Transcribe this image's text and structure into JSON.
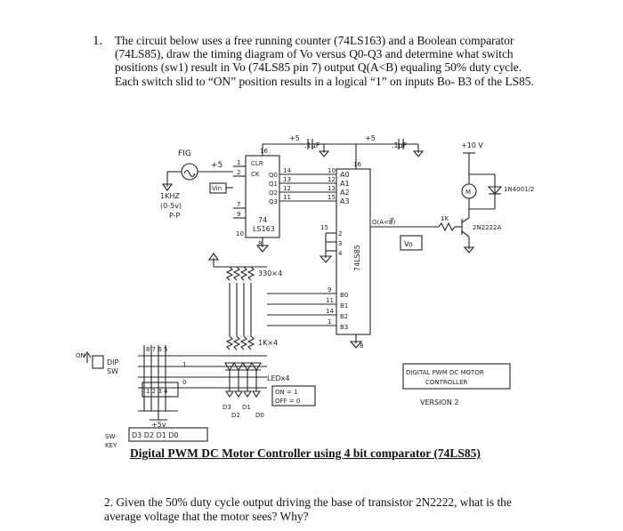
{
  "question1": {
    "number": "1.",
    "lines": [
      "The circuit below uses a free running counter (74LS163) and a Boolean comparator",
      "(74LS85), draw the timing diagram of Vo versus Q0-Q3 and determine what switch",
      "positions (sw1) result in Vo (74LS85 pin 7) output Q(A<B) equaling 50% duty cycle.",
      "Each switch slid to “ON” position results in a logical “1” on inputs Bo- B3 of the LS85."
    ]
  },
  "schematic": {
    "fig_label": "FIG",
    "plus5_top": "+5",
    "uf1": ".1µF",
    "plus5_mid": "+5",
    "uf2": ".1µF",
    "plus10v": "+10 V",
    "osc_freq": "1KHZ",
    "osc_range": "(0-5v)",
    "osc_pp": "P-P",
    "osc_plus5": "+5",
    "vin_label": "Vin",
    "clr": "CLR",
    "ck": "CK",
    "q0": "Q0",
    "q1": "Q1",
    "q2": "Q2",
    "q3": "Q3",
    "chip1_a": "74",
    "chip1_b": "LS163",
    "chip1_pin16": "16",
    "chip1_pin8": "8",
    "pin1": "1",
    "pin2": "2",
    "pin7": "7",
    "pin9": "9",
    "pin10": "10",
    "pin14": "14",
    "pin13": "13",
    "pin12": "12",
    "pin11": "11",
    "cmp_pin16": "16",
    "cmp_pin10": "10",
    "cmp_pin12": "12",
    "cmp_pin13": "13",
    "cmp_pin15": "15",
    "a0": "A0",
    "a1": "A1",
    "a2": "A2",
    "a3": "A3",
    "qab": "Q(A<B)",
    "pin7b": "7",
    "vo": "Vo",
    "chip2": "74LS85",
    "b0": "B0",
    "b1": "B1",
    "b2": "B2",
    "b3": "B3",
    "bpin9": "9",
    "bpin11": "11",
    "bpin14": "14",
    "bpin1": "1",
    "gnd8": "8",
    "pin15": "15",
    "pin2c": "2",
    "pin3c": "3",
    "pin4c": "4",
    "res330": "330×4",
    "res1k4": "1K×4",
    "ledx4": "LEDx4",
    "on_off": "ON = 1",
    "off0": "OFF = 0",
    "d3": "D3",
    "d2": "D2",
    "d1": "D1",
    "d0": "D0",
    "plus5v": "+5v",
    "sw_nums": "8 7 6 5",
    "t1": "1",
    "t0": "0",
    "bottom_nums": "1 2 3 4",
    "on_label": "ON",
    "dip": "DIP",
    "sw": "SW",
    "sw_key_1": "SW-",
    "sw_key_2": "KEY",
    "key_box": "D3 D2 D1 D0",
    "res1k": "1K",
    "transistor": "2N2222A",
    "diode": "1N4001/2",
    "motor": "M",
    "title_box_1": "DIGITAL PWM DC MOTOR",
    "title_box_2": "CONTROLLER",
    "version": "VERSION 2"
  },
  "caption": "Digital PWM DC Motor Controller using 4 bit comparator (74LS85)",
  "question2": {
    "lines": [
      "2. Given the 50% duty cycle output driving the base of transistor 2N2222, what is the",
      "average voltage that the motor sees? Why?"
    ]
  }
}
